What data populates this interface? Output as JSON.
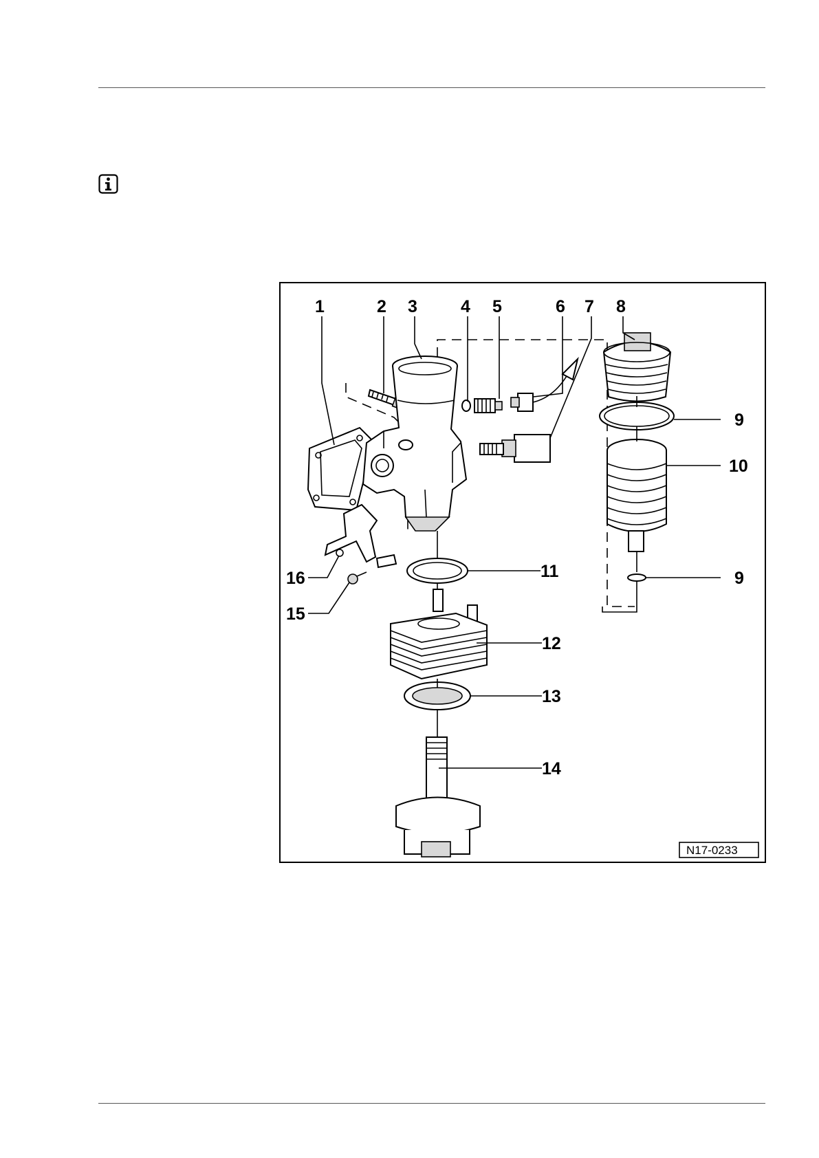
{
  "figure": {
    "reference": "N17-0233",
    "callouts": {
      "c1": "1",
      "c2": "2",
      "c3": "3",
      "c4": "4",
      "c5": "5",
      "c6": "6",
      "c7": "7",
      "c8": "8",
      "c9a": "9",
      "c10": "10",
      "c11": "11",
      "c9b": "9",
      "c12": "12",
      "c13": "13",
      "c14": "14",
      "c15": "15",
      "c16": "16"
    }
  },
  "icons": {
    "note": "info-icon"
  }
}
